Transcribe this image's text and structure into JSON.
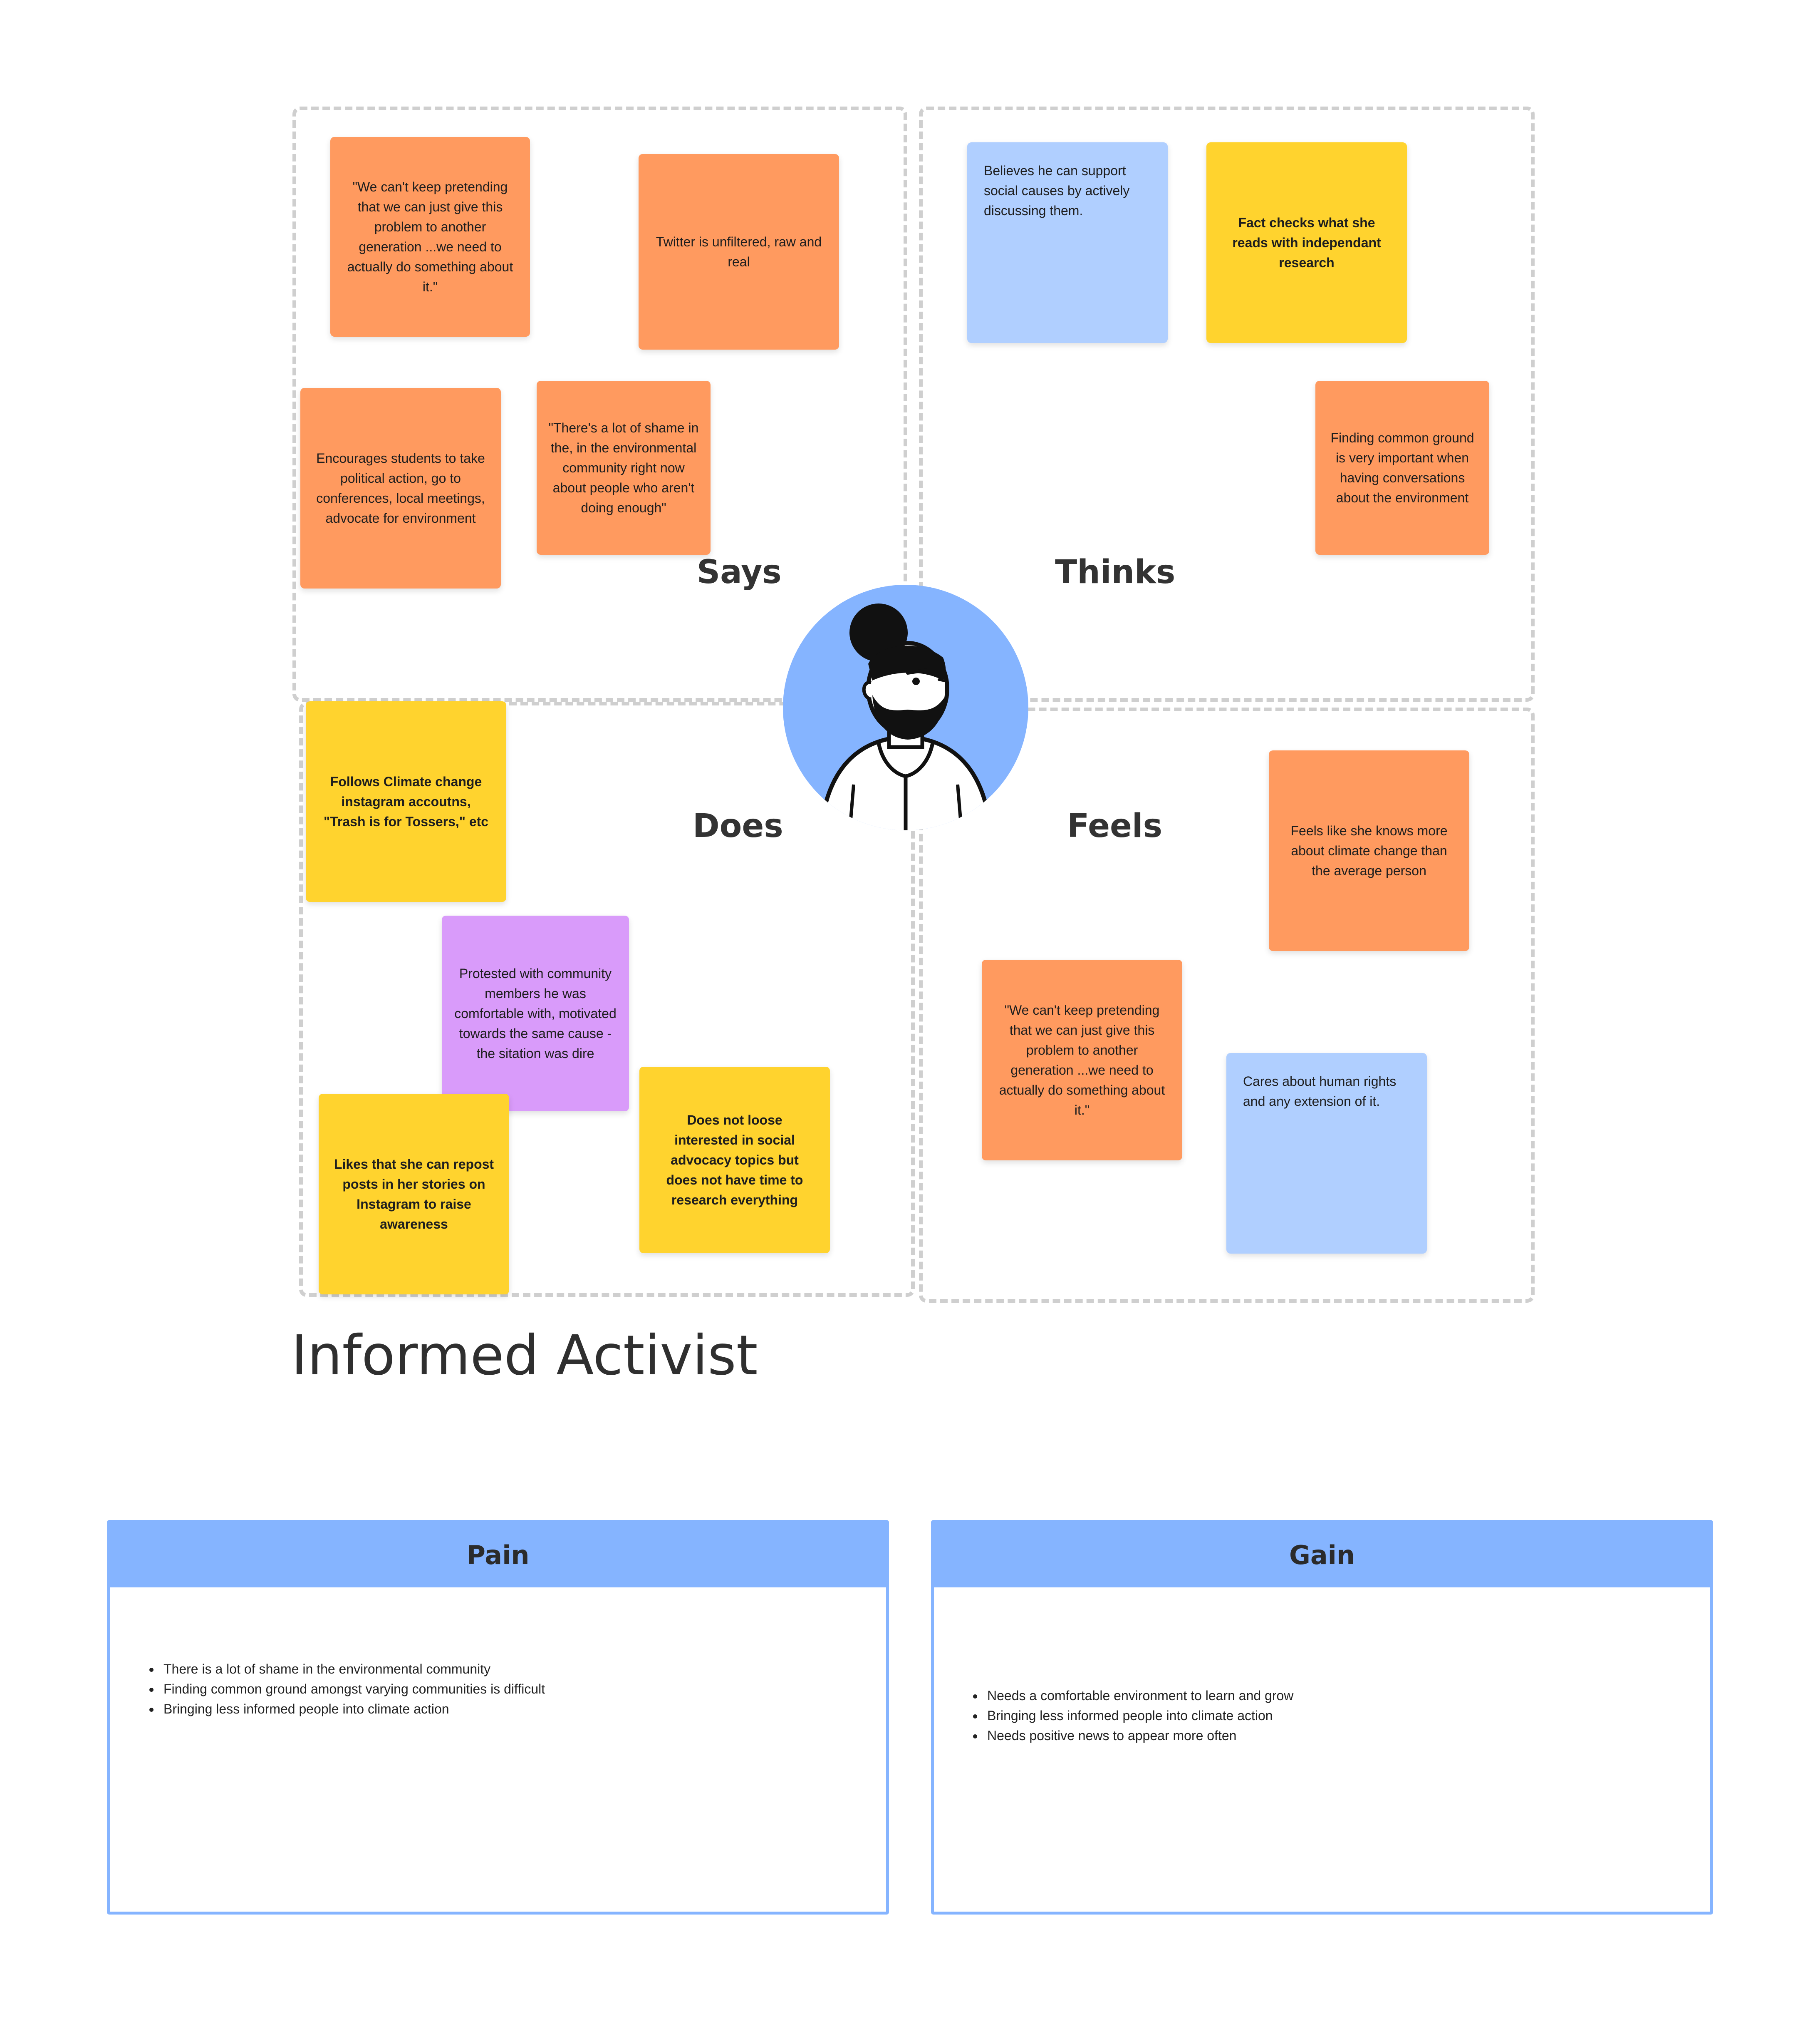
{
  "quadrants": {
    "says": {
      "label": "Says",
      "notes": [
        "\"We can't keep pretending that we can just give this problem to another generation ...we need to actually do something about it.\"",
        "Twitter is unfiltered, raw and real",
        "Encourages students to take political action, go to conferences, local meetings, advocate for environment",
        "\"There's a lot of shame in the, in the environmental community right now about people who aren't doing enough\""
      ]
    },
    "thinks": {
      "label": "Thinks",
      "notes": [
        "Believes he can support social causes by actively discussing them.",
        "Fact checks what she reads with independant research",
        "Finding common ground is very important when having conversations about the environment"
      ]
    },
    "does": {
      "label": "Does",
      "notes": [
        "Follows Climate change instagram accoutns, \"Trash is for Tossers,\" etc",
        "Protested with community members he was comfortable with, motivated towards the same cause - the sitation was dire",
        "Likes that she can repost posts in her stories on Instagram to raise awareness",
        "Does not loose interested in social advocacy topics but does not have time to research everything"
      ]
    },
    "feels": {
      "label": "Feels",
      "notes": [
        "Feels like she knows more about climate change than the average person",
        "\"We can't keep pretending that we can just give this problem to another generation ...we need to actually do something about it.\"",
        "Cares about human rights and any extension of it."
      ]
    }
  },
  "avatar": {
    "icon": "person-avatar-icon",
    "bg_color": "#85b4ff"
  },
  "persona_title": "Informed Activist",
  "pain": {
    "title": "Pain",
    "items": [
      "There is a lot of shame in the environmental community",
      "Finding common ground amongst varying communities is difficult",
      "Bringing less informed people into climate action"
    ]
  },
  "gain": {
    "title": "Gain",
    "items": [
      "Needs a comfortable environment to learn and grow",
      "Bringing less informed people into climate action",
      "Needs positive news to appear more often"
    ]
  },
  "colors": {
    "orange": "#ff9a5f",
    "yellow": "#ffd32e",
    "blue": "#b0cfff",
    "purple": "#d99bfa",
    "header_blue": "#85b4ff"
  }
}
